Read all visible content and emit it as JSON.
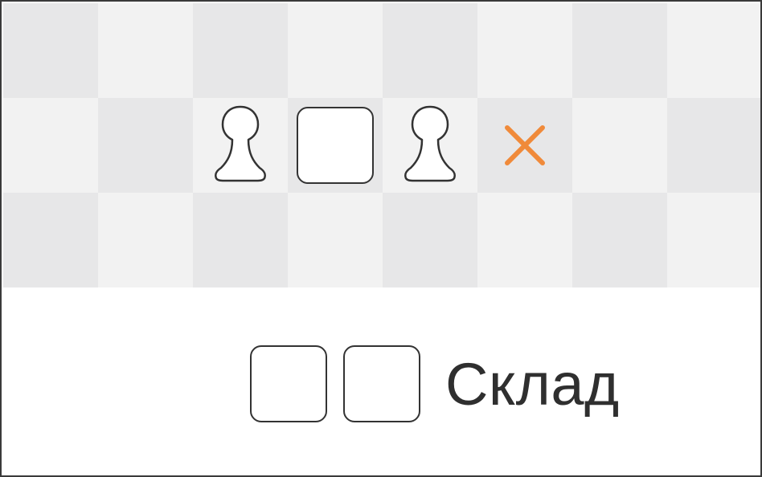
{
  "colors": {
    "cell_light": "#f2f2f2",
    "cell_dark": "#e7e7e8",
    "tile_border": "#333333",
    "x_mark": "#f08a3a",
    "text": "#2f2f2f"
  },
  "board": {
    "rows": [
      [
        {
          "shade": "dark",
          "content": "empty"
        },
        {
          "shade": "light",
          "content": "empty"
        },
        {
          "shade": "dark",
          "content": "empty"
        },
        {
          "shade": "light",
          "content": "empty"
        },
        {
          "shade": "dark",
          "content": "empty"
        },
        {
          "shade": "light",
          "content": "empty"
        },
        {
          "shade": "dark",
          "content": "empty"
        },
        {
          "shade": "light",
          "content": "empty"
        }
      ],
      [
        {
          "shade": "light",
          "content": "empty"
        },
        {
          "shade": "dark",
          "content": "empty"
        },
        {
          "shade": "light",
          "content": "pawn"
        },
        {
          "shade": "dark",
          "content": "tile"
        },
        {
          "shade": "light",
          "content": "pawn"
        },
        {
          "shade": "dark",
          "content": "x-mark"
        },
        {
          "shade": "light",
          "content": "empty"
        },
        {
          "shade": "dark",
          "content": "empty"
        }
      ],
      [
        {
          "shade": "dark",
          "content": "empty"
        },
        {
          "shade": "light",
          "content": "empty"
        },
        {
          "shade": "dark",
          "content": "empty"
        },
        {
          "shade": "light",
          "content": "empty"
        },
        {
          "shade": "dark",
          "content": "empty"
        },
        {
          "shade": "light",
          "content": "empty"
        },
        {
          "shade": "dark",
          "content": "empty"
        },
        {
          "shade": "light",
          "content": "empty"
        }
      ]
    ]
  },
  "stock": {
    "label": "Склад",
    "tile_count": 2
  }
}
